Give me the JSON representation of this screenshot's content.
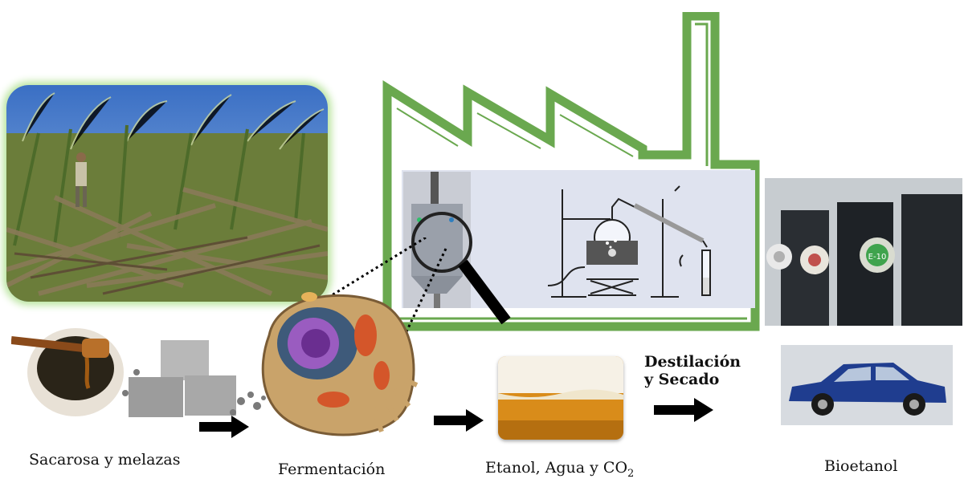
{
  "labels": {
    "sucrose": "Sacarosa y melazas",
    "fermentation": "Fermentación",
    "ethanol_prefix": "Etanol,  Agua y CO",
    "ethanol_sub": "2",
    "distill_line1": "Destilación",
    "distill_line2": "y  Secado",
    "bioethanol": "Bioetanol"
  },
  "pump_nozzle_label": "E-10",
  "colors": {
    "factory_green": "#6aa84f",
    "factory_fill": "#ffffff",
    "lab_panel": "#dfe3ef",
    "arrow": "#000000",
    "cane_glow": "#b6e39a",
    "car_blue": "#1f3d8f",
    "beer": "#d98c1a"
  },
  "icons": [
    "magnifier-icon",
    "arrow-right-icon",
    "sugar-cube-icon",
    "honey-dipper-icon",
    "distillation-apparatus-icon",
    "fermenter-tank-icon",
    "cell-icon",
    "fuel-pump-icon",
    "car-icon"
  ]
}
